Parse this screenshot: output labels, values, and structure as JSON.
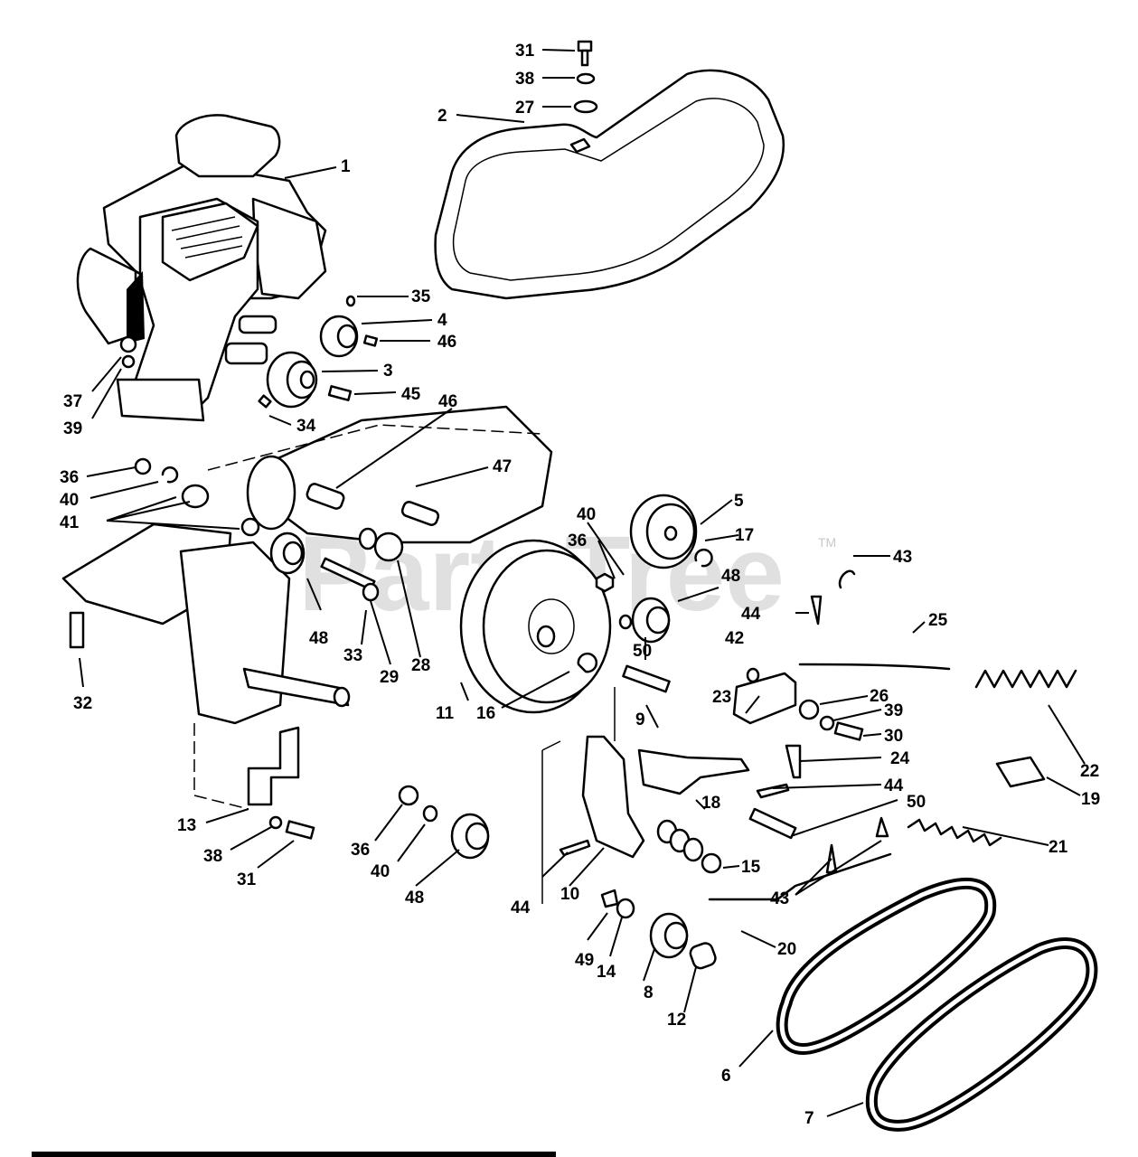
{
  "watermark": {
    "text": "PartsTree",
    "trademark": "TM"
  },
  "callouts": [
    "1",
    "2",
    "3",
    "4",
    "5",
    "6",
    "7",
    "8",
    "9",
    "10",
    "11",
    "12",
    "13",
    "14",
    "15",
    "16",
    "17",
    "18",
    "19",
    "20",
    "21",
    "22",
    "23",
    "24",
    "25",
    "26",
    "27",
    "28",
    "29",
    "30",
    "31",
    "32",
    "33",
    "34",
    "35",
    "36",
    "37",
    "38",
    "39",
    "40",
    "41",
    "42",
    "43",
    "44",
    "45",
    "46",
    "47",
    "48",
    "49",
    "50"
  ]
}
